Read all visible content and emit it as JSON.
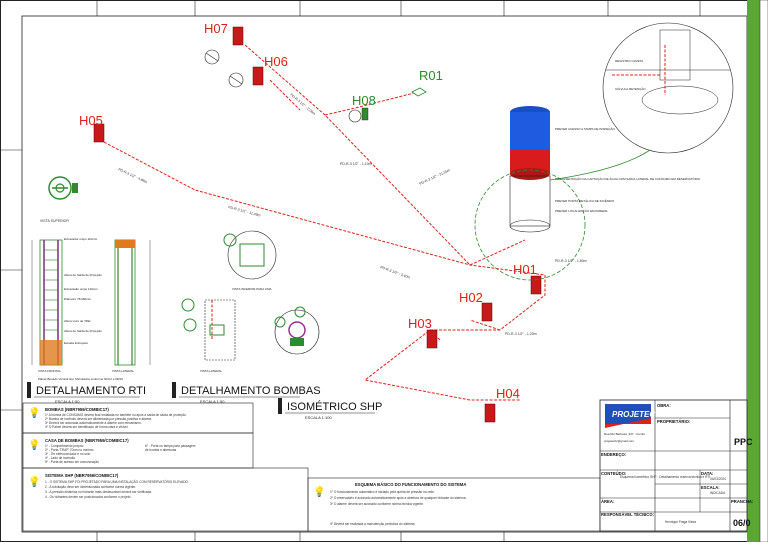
{
  "hydrants": [
    {
      "id": "H01",
      "label": "H01"
    },
    {
      "id": "H02",
      "label": "H02"
    },
    {
      "id": "H03",
      "label": "H03"
    },
    {
      "id": "H04",
      "label": "H04"
    },
    {
      "id": "H05",
      "label": "H05"
    },
    {
      "id": "H06",
      "label": "H06"
    },
    {
      "id": "H07",
      "label": "H07"
    },
    {
      "id": "H08",
      "label": "H08"
    },
    {
      "id": "R01",
      "label": "R01"
    }
  ],
  "titles": {
    "rti": "DETALHAMENTO RTI",
    "rti_scale": "ESCALA 1:50",
    "bombas": "DETALHAMENTO BOMBAS",
    "bombas_scale": "ESCALA 1:50",
    "iso": "ISOMÉTRICO SHP",
    "iso_scale": "ESCALA 1:100"
  },
  "views": {
    "superior": "VISTA SUPERIOR",
    "frontal": "VISTA FRONTAL",
    "lateral": "VISTA LATERAL",
    "lateral2": "VISTA LATERAL",
    "inferior": "VISTA INFERIOR PARA CMA",
    "rti_note": "Planar Boxado Vertical tipo Shrinkados conforme NFC2 e NR16"
  },
  "rti_labels": {
    "a": "Extravador onipo 110mm",
    "b": "Altura de Saída de Proteção",
    "c": "Extravasão onipo 110mm",
    "d": "Diâmetro 75/460mm",
    "e": "Altura Livre de Tifão",
    "f": "Altura de Saída de Proteção",
    "g": "Escada Entrepela"
  },
  "notes": {
    "bombas_title": "BOMBAS (NBR7959/COMBIC17)",
    "bombas_lines": [
      "1º A bomba de CONSUMO deverá ficar instalada no barrilete ou após a saída de saída de proteção.",
      "2º Bomba de incêndio deverá ser alimentada por pressão positiva e alarme.",
      "3º Deverá ser acionada automaticamente a alarme com mecanismo.",
      "4º O Painel deverá ser identificado de forma clara e visível."
    ],
    "casa_title": "CASA DE BOMBAS (NBR7959/COMBIC17)",
    "casa_lines": [
      "1º - Compartimento próprio",
      "2º - Porta 'TRAP' 70cm no mínimo",
      "3º - Ter eletrocondutor e no solo",
      "4º - Lado de incêndio",
      "5º - Porta de acesso em comunicação"
    ],
    "casa_right": [
      "6º - Porta ou tampa para passagem",
      "de bomba e aberturas"
    ],
    "shp_title": "SISTEMA SHP (NBR7959/COMBIC17)",
    "shp_lines": [
      "1 - O SISTEMA SHP FOI PROJETADO PARA UMA INSTALAÇÃO COM RESERVATÓRIO ELEVADO.",
      "2 - A tubulação deve ser dimensionada conforme norma vigente.",
      "3 - A pressão dinâmica no hidrante mais desfavorável deverá ser verificada.",
      "4 - Os hidrantes devem ser posicionados conforme o projeto."
    ],
    "esquema_title": "ESQUEMA BÁSICO DO FUNCIONAMENTO DO SISTEMA",
    "esquema_lines": [
      "1º O funcionamento automático é iniciado pela queda de pressão na rede.",
      "2º O reservatório é acionado automaticamente após a abertura de qualquer hidrante do sistema.",
      "3º O alarme deverá ser acionado conforme norma técnica vigente.",
      "4º Deverá ser realizada a manutenção periódica do sistema."
    ]
  },
  "callouts": {
    "tank_top": "PREVER ACESSO A TAMPA DE INSPEÇÃO",
    "tank_mid": "REPRESENTAÇÃO DA CAPTAÇÃO DE ÁGUA COM SAÍDA LATERAL DE CONSUMO EM RESERVATÓRIO",
    "tank_low": "PREVER PORTA METÁLICA DE INCÊNDIO",
    "tank_low2": "PREVER LOCALIZAÇÃO EM PAREDE",
    "detail1": "REGISTRO GAVETA",
    "detail2": "VÁLVULA RETENÇÃO"
  },
  "pipe_labels": {
    "p1": "PD-R-3 1/2\" - 4,86m",
    "p2": "PD-R-3 1/2\" - 11,48m",
    "p3": "PD-R-3 1/2\" - 21,55m",
    "p4": "PD-R-3 1/2\" - 3,40m",
    "p5": "PD-R-3 1/2\" - 2,00m",
    "p6": "PD-R-3 1/2\" - 1,10m",
    "p7": "PD-R-3 1/2\" - 1,80m",
    "p8": "PD-R-3 1/2\" - 1,20m"
  },
  "title_block": {
    "company": "PROJETEC",
    "obra_label": "OBRA:",
    "proprietario_label": "PROPRIETÁRIO:",
    "endereco_label": "ENDEREÇO:",
    "conteudo_label": "CONTEÚDO:",
    "conteudo": "Esquema Isométrico SHP - Detalhamento reserva técnica e RTI",
    "data_label": "DATA:",
    "data": "04/03/2024",
    "escala_label": "ESCALA:",
    "escala": "INDICADA",
    "area_label": "ÁREA:",
    "resp_label": "RESPONSÁVEL TÉCNICO:",
    "resp": "Henrique Fraga Vieira",
    "prancha_label": "PRANCHA:",
    "prancha": "06/0",
    "ppc": "PPC",
    "address": "Rua Rui Barbosa, 347 - Centro",
    "contact": "projetecbr@gmail.com"
  }
}
